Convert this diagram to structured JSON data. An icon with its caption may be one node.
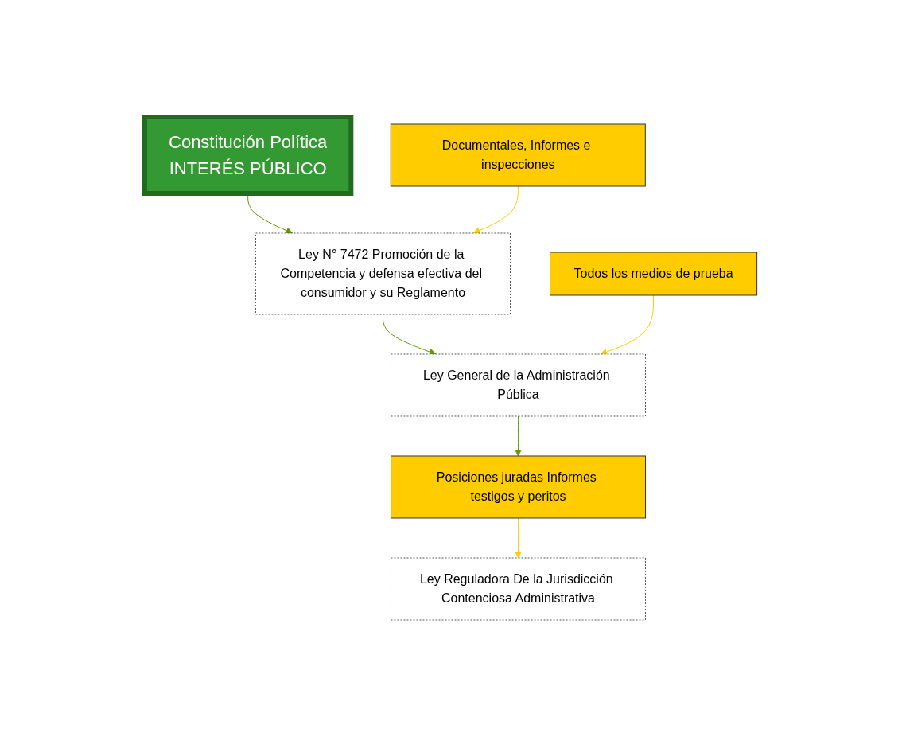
{
  "diagram": {
    "nodes": [
      {
        "text": [
          "Constitución Política",
          "INTERÉS PÚBLICO"
        ]
      },
      {
        "text": [
          "Ley N° 7472 Promoción de la Competencia y defensa efectiva del consumidor y su Reglamento"
        ]
      },
      {
        "text": [
          "Documentales, Informes e inspecciones"
        ]
      },
      {
        "text": [
          "Ley General de la Administración Pública"
        ]
      },
      {
        "text": [
          "Todos los medios de prueba"
        ]
      },
      {
        "text": [
          "Posiciones juradas Informes testigos y peritos"
        ]
      },
      {
        "text": [
          "Ley Reguladora De la Jurisdicción Contenciosa Administrativa"
        ]
      }
    ],
    "edges": [
      {
        "from": 0,
        "to": 1,
        "arrow": "to",
        "color": "#669900"
      },
      {
        "from": 2,
        "to": 1,
        "arrow": "to",
        "color": "#ffcc00"
      },
      {
        "from": 1,
        "to": 3,
        "arrow": "to",
        "color": "#669900"
      },
      {
        "from": 4,
        "to": 3,
        "arrow": "to",
        "color": "#ffcc00"
      },
      {
        "from": 3,
        "to": 5,
        "arrow": "to",
        "color": "#669900"
      },
      {
        "from": 5,
        "to": 6,
        "arrow": "to",
        "color": "#ffcc00"
      }
    ]
  }
}
